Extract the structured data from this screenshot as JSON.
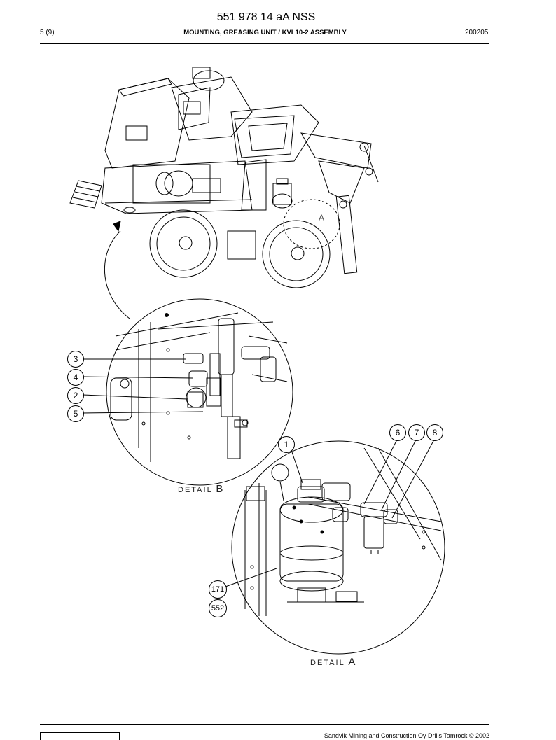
{
  "header": {
    "doc_number": "551 978 14 aA NSS",
    "page": "5 (9)",
    "title": "MOUNTING, GREASING UNIT / KVL10-2 ASSEMBLY",
    "date": "200205"
  },
  "drawing": {
    "detail_a_label": "DETAIL",
    "detail_a_letter": "A",
    "detail_b_label": "DETAIL",
    "detail_b_letter": "B",
    "callouts": [
      "3",
      "4",
      "2",
      "5",
      "6",
      "7",
      "8",
      "1",
      "171",
      "552"
    ],
    "machine_marker": "A"
  },
  "footer": {
    "copyright": "Sandvik Mining and Construction Oy Drills Tamrock © 2002"
  }
}
